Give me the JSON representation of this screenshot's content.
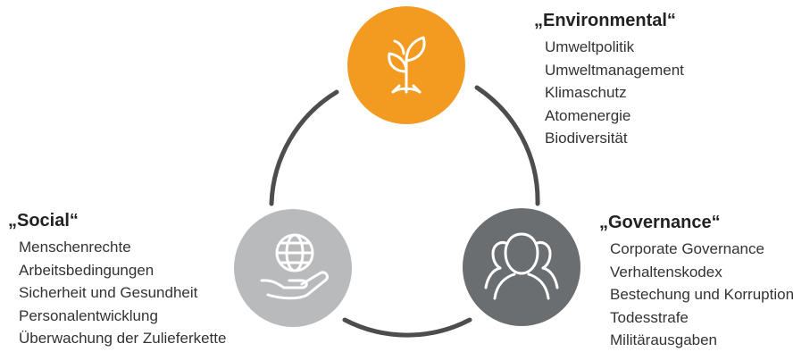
{
  "environmental": {
    "heading": "„Environmental“",
    "items": [
      "Umweltpolitik",
      "Umweltmanagement",
      "Klimaschutz",
      "Atomenergie",
      "Biodiversität"
    ],
    "icon": "plant-sprout-icon",
    "color": "#F39A21"
  },
  "social": {
    "heading": "„Social“",
    "items": [
      "Menschenrechte",
      "Arbeitsbedingungen",
      "Sicherheit und Gesundheit",
      "Personalentwicklung",
      "Überwachung der Zulieferkette"
    ],
    "icon": "globe-in-hand-icon",
    "color": "#B9BABC"
  },
  "governance": {
    "heading": "„Governance“",
    "items": [
      "Corporate Governance",
      "Verhaltenskodex",
      "Bestechung und Korruption",
      "Todesstrafe",
      "Militärausgaben"
    ],
    "icon": "people-group-icon",
    "color": "#6B6E70"
  },
  "ring_color": "#4D4D4F"
}
